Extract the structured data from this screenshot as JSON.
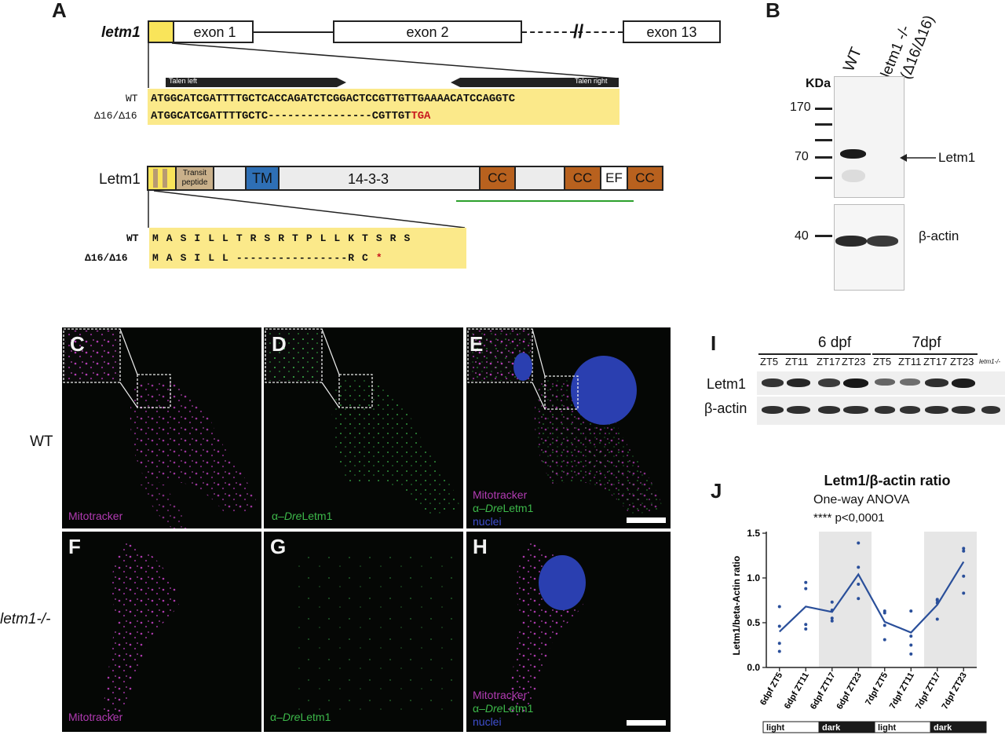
{
  "panels": {
    "A": "A",
    "B": "B",
    "C": "C",
    "D": "D",
    "E": "E",
    "F": "F",
    "G": "G",
    "H": "H",
    "I": "I",
    "J": "J"
  },
  "gene": {
    "name": "letm1",
    "exon1": "exon 1",
    "exon2": "exon 2",
    "exon13": "exon 13",
    "talen_left": "Talen left",
    "talen_right": "Talen right",
    "wt_label": "WT",
    "mut_label": "Δ16/Δ16",
    "wt_seq": "ATGGCATCGATTTTGCTCACCAGATCTCGGACTCCGTTGTTGAAAACATCCAGGTC",
    "mut_seq_main": "ATGGCATCGATTTTGCTC----------------CGTTGT",
    "mut_seq_stop": "TGA"
  },
  "protein": {
    "name": "Letm1",
    "transit": "Transit peptide",
    "tm": "TM",
    "domain_1433": "14-3-3",
    "cc": "CC",
    "ef": "EF",
    "wt_label": "WT",
    "mut_label": "Δ16/Δ16",
    "wt_seq": "M A S I L L T R S R T P L L K T S R S",
    "mut_seq_main": "M A S I L L ----------------R C",
    "mut_stop": "*"
  },
  "blotB": {
    "col_wt": "WT",
    "col_mut_line1": "letm1 -/-",
    "col_mut_line2": "(Δ16/Δ16)",
    "kda": "KDa",
    "m170": "170",
    "m70": "70",
    "m40": "40",
    "letm1": "Letm1",
    "actin": "β-actin"
  },
  "micro": {
    "row_wt": "WT",
    "row_ko": "letm1-/-",
    "mitotracker": "Mitotracker",
    "alpha_prefix": "α–",
    "dre": "Dre",
    "letm1": "Letm1",
    "nuclei": "nuclei"
  },
  "blotI": {
    "group1": "6 dpf",
    "group2": "7dpf",
    "lanes": [
      "ZT5",
      "ZT11",
      "ZT17",
      "ZT23",
      "ZT5",
      "ZT11",
      "ZT17",
      "ZT23"
    ],
    "ko_lane": "letm1-/-",
    "row1": "Letm1",
    "row2": "β-actin",
    "letm1_intensity": [
      0.82,
      0.9,
      0.78,
      0.98,
      0.55,
      0.5,
      0.85,
      0.95,
      0.0
    ],
    "actin_intensity": [
      0.9,
      0.9,
      0.9,
      0.9,
      0.88,
      0.88,
      0.9,
      0.9,
      0.88
    ]
  },
  "chart_data": {
    "type": "line",
    "title": "Letm1/β-actin ratio",
    "stats_line1": "One-way ANOVA",
    "stats_line2": "**** p<0,0001",
    "ylabel": "Letm1/beta-Actin ratio",
    "xlabel": "",
    "categories": [
      "6dpf ZT5",
      "6dpf ZT11",
      "6dpf ZT17",
      "6dpf ZT23",
      "7dpf ZT5",
      "7dpf ZT11",
      "7dpf ZT17",
      "7dpf ZT23"
    ],
    "ylim": [
      0.0,
      1.5
    ],
    "yticks": [
      "0.0",
      "0.5",
      "1.0",
      "1.5"
    ],
    "mean": [
      0.4,
      0.68,
      0.62,
      1.04,
      0.51,
      0.39,
      0.7,
      1.18
    ],
    "points": [
      [
        0.18,
        0.27,
        0.46,
        0.68
      ],
      [
        0.43,
        0.48,
        0.88,
        0.95
      ],
      [
        0.52,
        0.55,
        0.64,
        0.73
      ],
      [
        0.77,
        0.93,
        1.12,
        1.39
      ],
      [
        0.31,
        0.47,
        0.61,
        0.63
      ],
      [
        0.15,
        0.25,
        0.35,
        0.63
      ],
      [
        0.54,
        0.72,
        0.75,
        0.76
      ],
      [
        0.83,
        1.02,
        1.3,
        1.33
      ]
    ],
    "shaded": [
      [
        2,
        3
      ],
      [
        6,
        7
      ]
    ],
    "light_dark": [
      "light",
      "dark",
      "light",
      "dark"
    ],
    "line_color": "#2a4f9a",
    "point_color": "#2a4f9a",
    "shade_color": "#e6e6e6"
  }
}
